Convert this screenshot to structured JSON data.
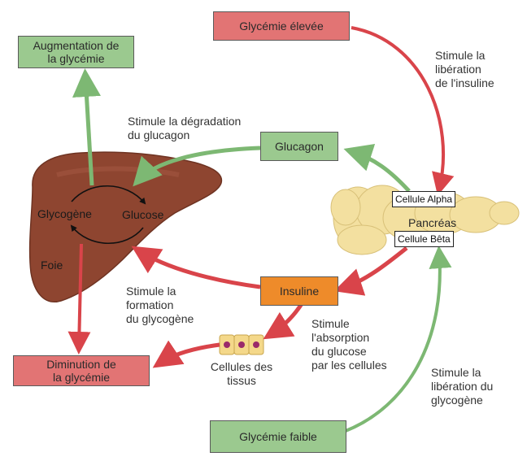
{
  "boxes": {
    "augmentation": "Augmentation de\nla glycémie",
    "glycemie_elevee": "Glycémie élevée",
    "glucagon": "Glucagon",
    "insuline": "Insuline",
    "diminution": "Diminution de\nla glycémie",
    "glycemie_faible": "Glycémie faible"
  },
  "cells": {
    "alpha": "Cellule Alpha",
    "beta": "Cellule Bêta"
  },
  "labels": {
    "stimule_liberation_insuline": "Stimule la\nlibération\nde l'insuline",
    "stimule_degradation_glucagon": "Stimule la dégradation\ndu glucagon",
    "glycogene": "Glycogène",
    "glucose": "Glucose",
    "foie": "Foie",
    "pancreas": "Pancréas",
    "stimule_formation_glycogene": "Stimule la\nformation\ndu glycogène",
    "stimule_absorption": "Stimule\nl'absorption\ndu glucose\npar les cellules",
    "cellules_tissus": "Cellules des\ntissus",
    "stimule_liberation_glycogene": "Stimule la\nlibération du\nglycogène"
  },
  "colors": {
    "green_arrow": "#7db873",
    "red_arrow": "#d9444a",
    "liver": "#8e4530",
    "pancreas": "#f3e0a0",
    "green_box": "#9bc98f",
    "red_box": "#e27474",
    "orange_box": "#ee8b2a"
  }
}
